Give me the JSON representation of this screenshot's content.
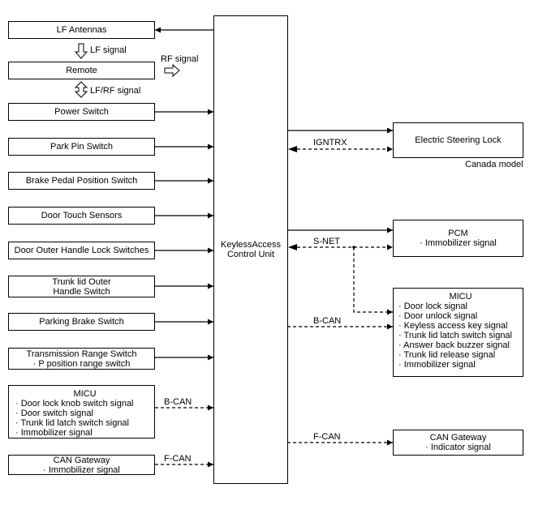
{
  "control_unit": {
    "lines": [
      "KeylessAccess",
      "Control Unit"
    ]
  },
  "inputs": {
    "lf_antennas": "LF Antennas",
    "remote": "Remote",
    "power_switch": "Power Switch",
    "park_pin_switch": "Park Pin Switch",
    "brake_pedal": "Brake Pedal Position Switch",
    "door_touch": "Door Touch Sensors",
    "door_outer_handle": "Door Outer Handle Lock Switches",
    "trunk_lid": [
      "Trunk lid Outer",
      "Handle Switch"
    ],
    "parking_brake": "Parking Brake Switch",
    "transmission": [
      "Transmission Range Switch",
      "· P position range switch"
    ],
    "micu_in": {
      "title": "MICU",
      "items": [
        "· Door lock knob switch signal",
        "· Door switch signal",
        "· Trunk lid latch switch signal",
        "· Immobilizer signal"
      ]
    },
    "can_gateway_in": [
      "CAN Gateway",
      "· Immobilizer signal"
    ]
  },
  "outputs": {
    "steering_lock": "Electric Steering Lock",
    "canada_note": "Canada model",
    "pcm": [
      "PCM",
      "· Immobilizer signal"
    ],
    "micu_out": {
      "title": "MICU",
      "items": [
        "· Door lock signal",
        "· Door unlock signal",
        "· Keyless access key signal",
        "· Trunk lid latch switch signal",
        "· Answer back buzzer signal",
        "· Trunk lid release signal",
        "· Immobilizer signal"
      ]
    },
    "can_gateway_out": [
      "CAN Gateway",
      "· Indicator signal"
    ]
  },
  "signals": {
    "lf_signal": "LF signal",
    "rf_signal": "RF signal",
    "lf_rf_signal": "LF/RF signal",
    "igntrx": "IGNTRX",
    "s_net": "S-NET",
    "b_can_out": "B-CAN",
    "f_can_out": "F-CAN",
    "b_can_in": "B-CAN",
    "f_can_in": "F-CAN"
  }
}
